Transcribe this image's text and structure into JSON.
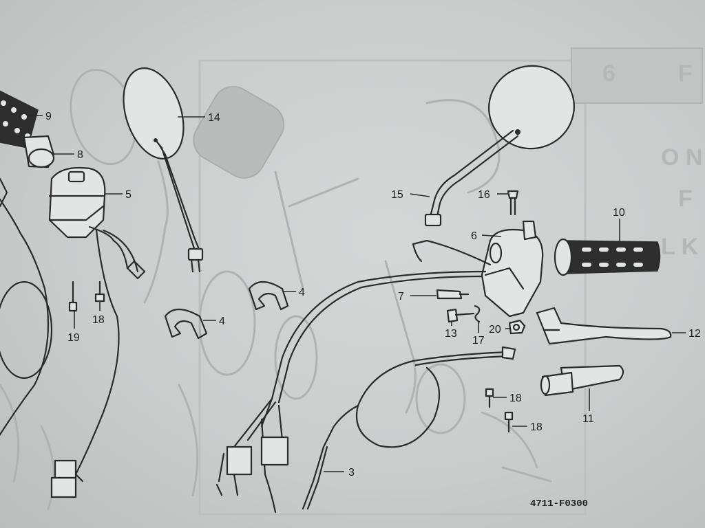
{
  "diagram": {
    "drawing_code": "4711-F0300",
    "callouts": [
      {
        "id": "c9",
        "label": "9"
      },
      {
        "id": "c8",
        "label": "8"
      },
      {
        "id": "c14",
        "label": "14"
      },
      {
        "id": "c5",
        "label": "5"
      },
      {
        "id": "c15",
        "label": "15"
      },
      {
        "id": "c16",
        "label": "16"
      },
      {
        "id": "c10",
        "label": "10"
      },
      {
        "id": "c6",
        "label": "6"
      },
      {
        "id": "c4a",
        "label": "4"
      },
      {
        "id": "c4b",
        "label": "4"
      },
      {
        "id": "c7",
        "label": "7"
      },
      {
        "id": "c19",
        "label": "19"
      },
      {
        "id": "c18a",
        "label": "18"
      },
      {
        "id": "c13",
        "label": "13"
      },
      {
        "id": "c17",
        "label": "17"
      },
      {
        "id": "c20",
        "label": "20"
      },
      {
        "id": "c12",
        "label": "12"
      },
      {
        "id": "c18b",
        "label": "18"
      },
      {
        "id": "c11",
        "label": "11"
      },
      {
        "id": "c18c",
        "label": "18"
      },
      {
        "id": "c3",
        "label": "3"
      }
    ]
  }
}
